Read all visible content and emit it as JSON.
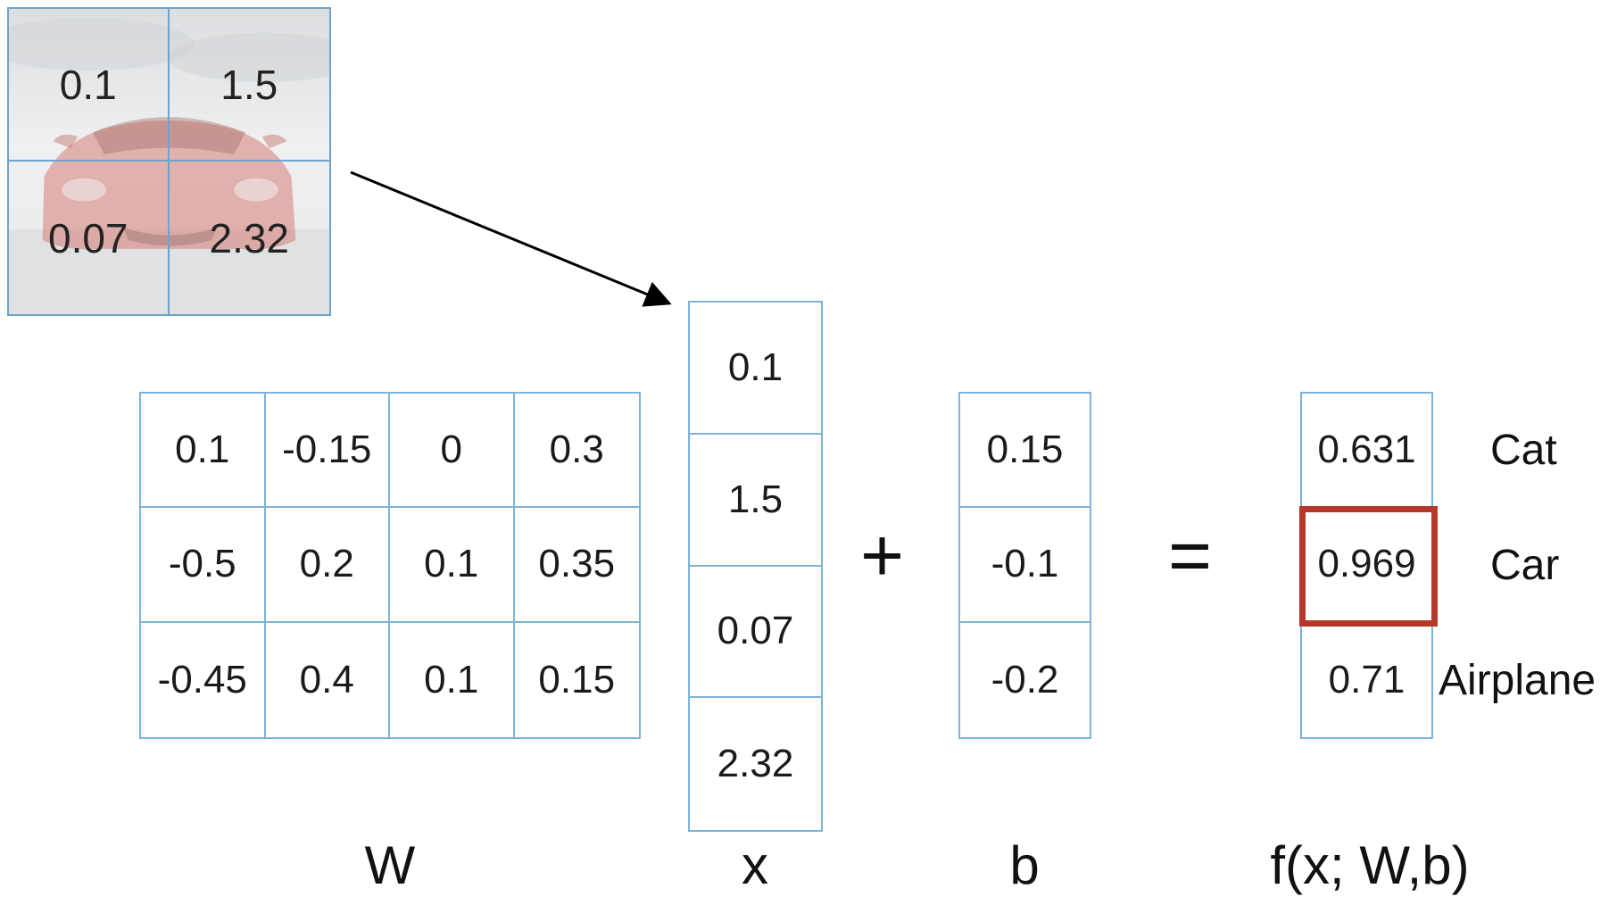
{
  "image_patch": {
    "pixels": [
      "0.1",
      "1.5",
      "0.07",
      "2.32"
    ]
  },
  "matrix_w": {
    "rows": [
      [
        "0.1",
        "-0.15",
        "0",
        "0.3"
      ],
      [
        "-0.5",
        "0.2",
        "0.1",
        "0.35"
      ],
      [
        "-0.45",
        "0.4",
        "0.1",
        "0.15"
      ]
    ],
    "label": "W"
  },
  "vector_x": {
    "values": [
      "0.1",
      "1.5",
      "0.07",
      "2.32"
    ],
    "label": "x"
  },
  "plus_sign": "+",
  "vector_b": {
    "values": [
      "0.15",
      "-0.1",
      "-0.2"
    ],
    "label": "b"
  },
  "equals_sign": "=",
  "scores": {
    "values": [
      "0.631",
      "0.969",
      "0.71"
    ],
    "label": "f(x; W,b)",
    "classes": [
      "Cat",
      "Car",
      "Airplane"
    ],
    "highlight_color": "#b5392a"
  },
  "colors": {
    "grid_border": "#7fb2d9"
  }
}
